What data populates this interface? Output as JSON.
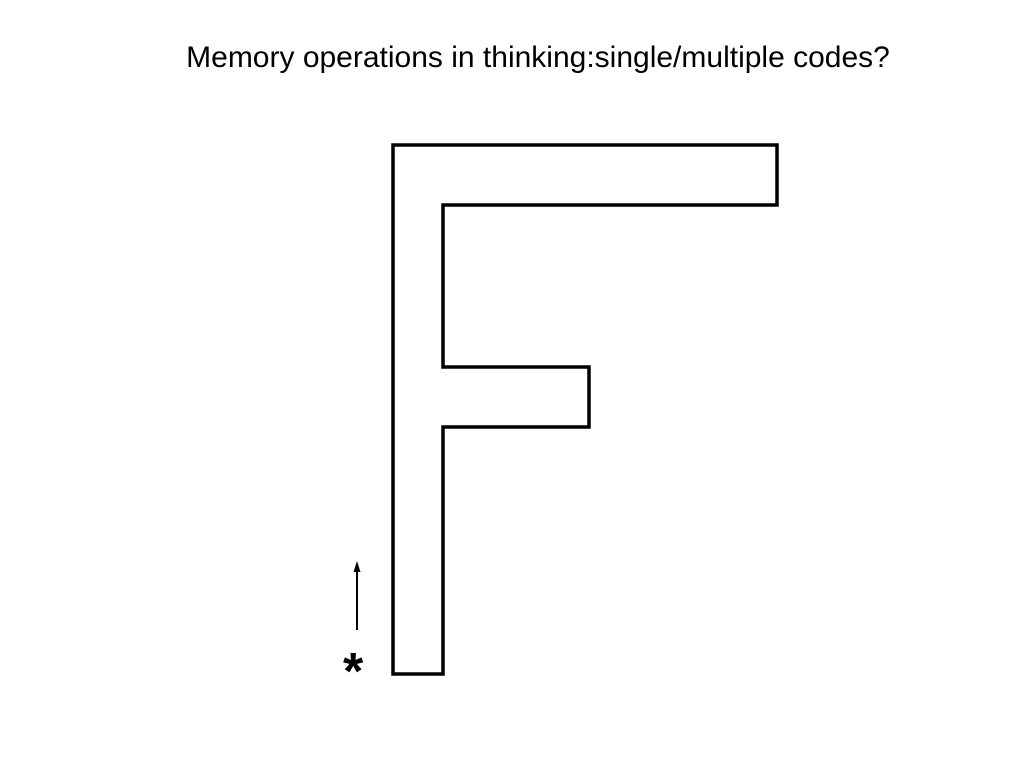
{
  "slide": {
    "title": "Memory operations in thinking:single/multiple codes?"
  },
  "figure": {
    "letter_shape": "F",
    "start_marker": "*",
    "arrow_direction": "up",
    "stroke_color": "#000000",
    "background_color": "#ffffff"
  }
}
